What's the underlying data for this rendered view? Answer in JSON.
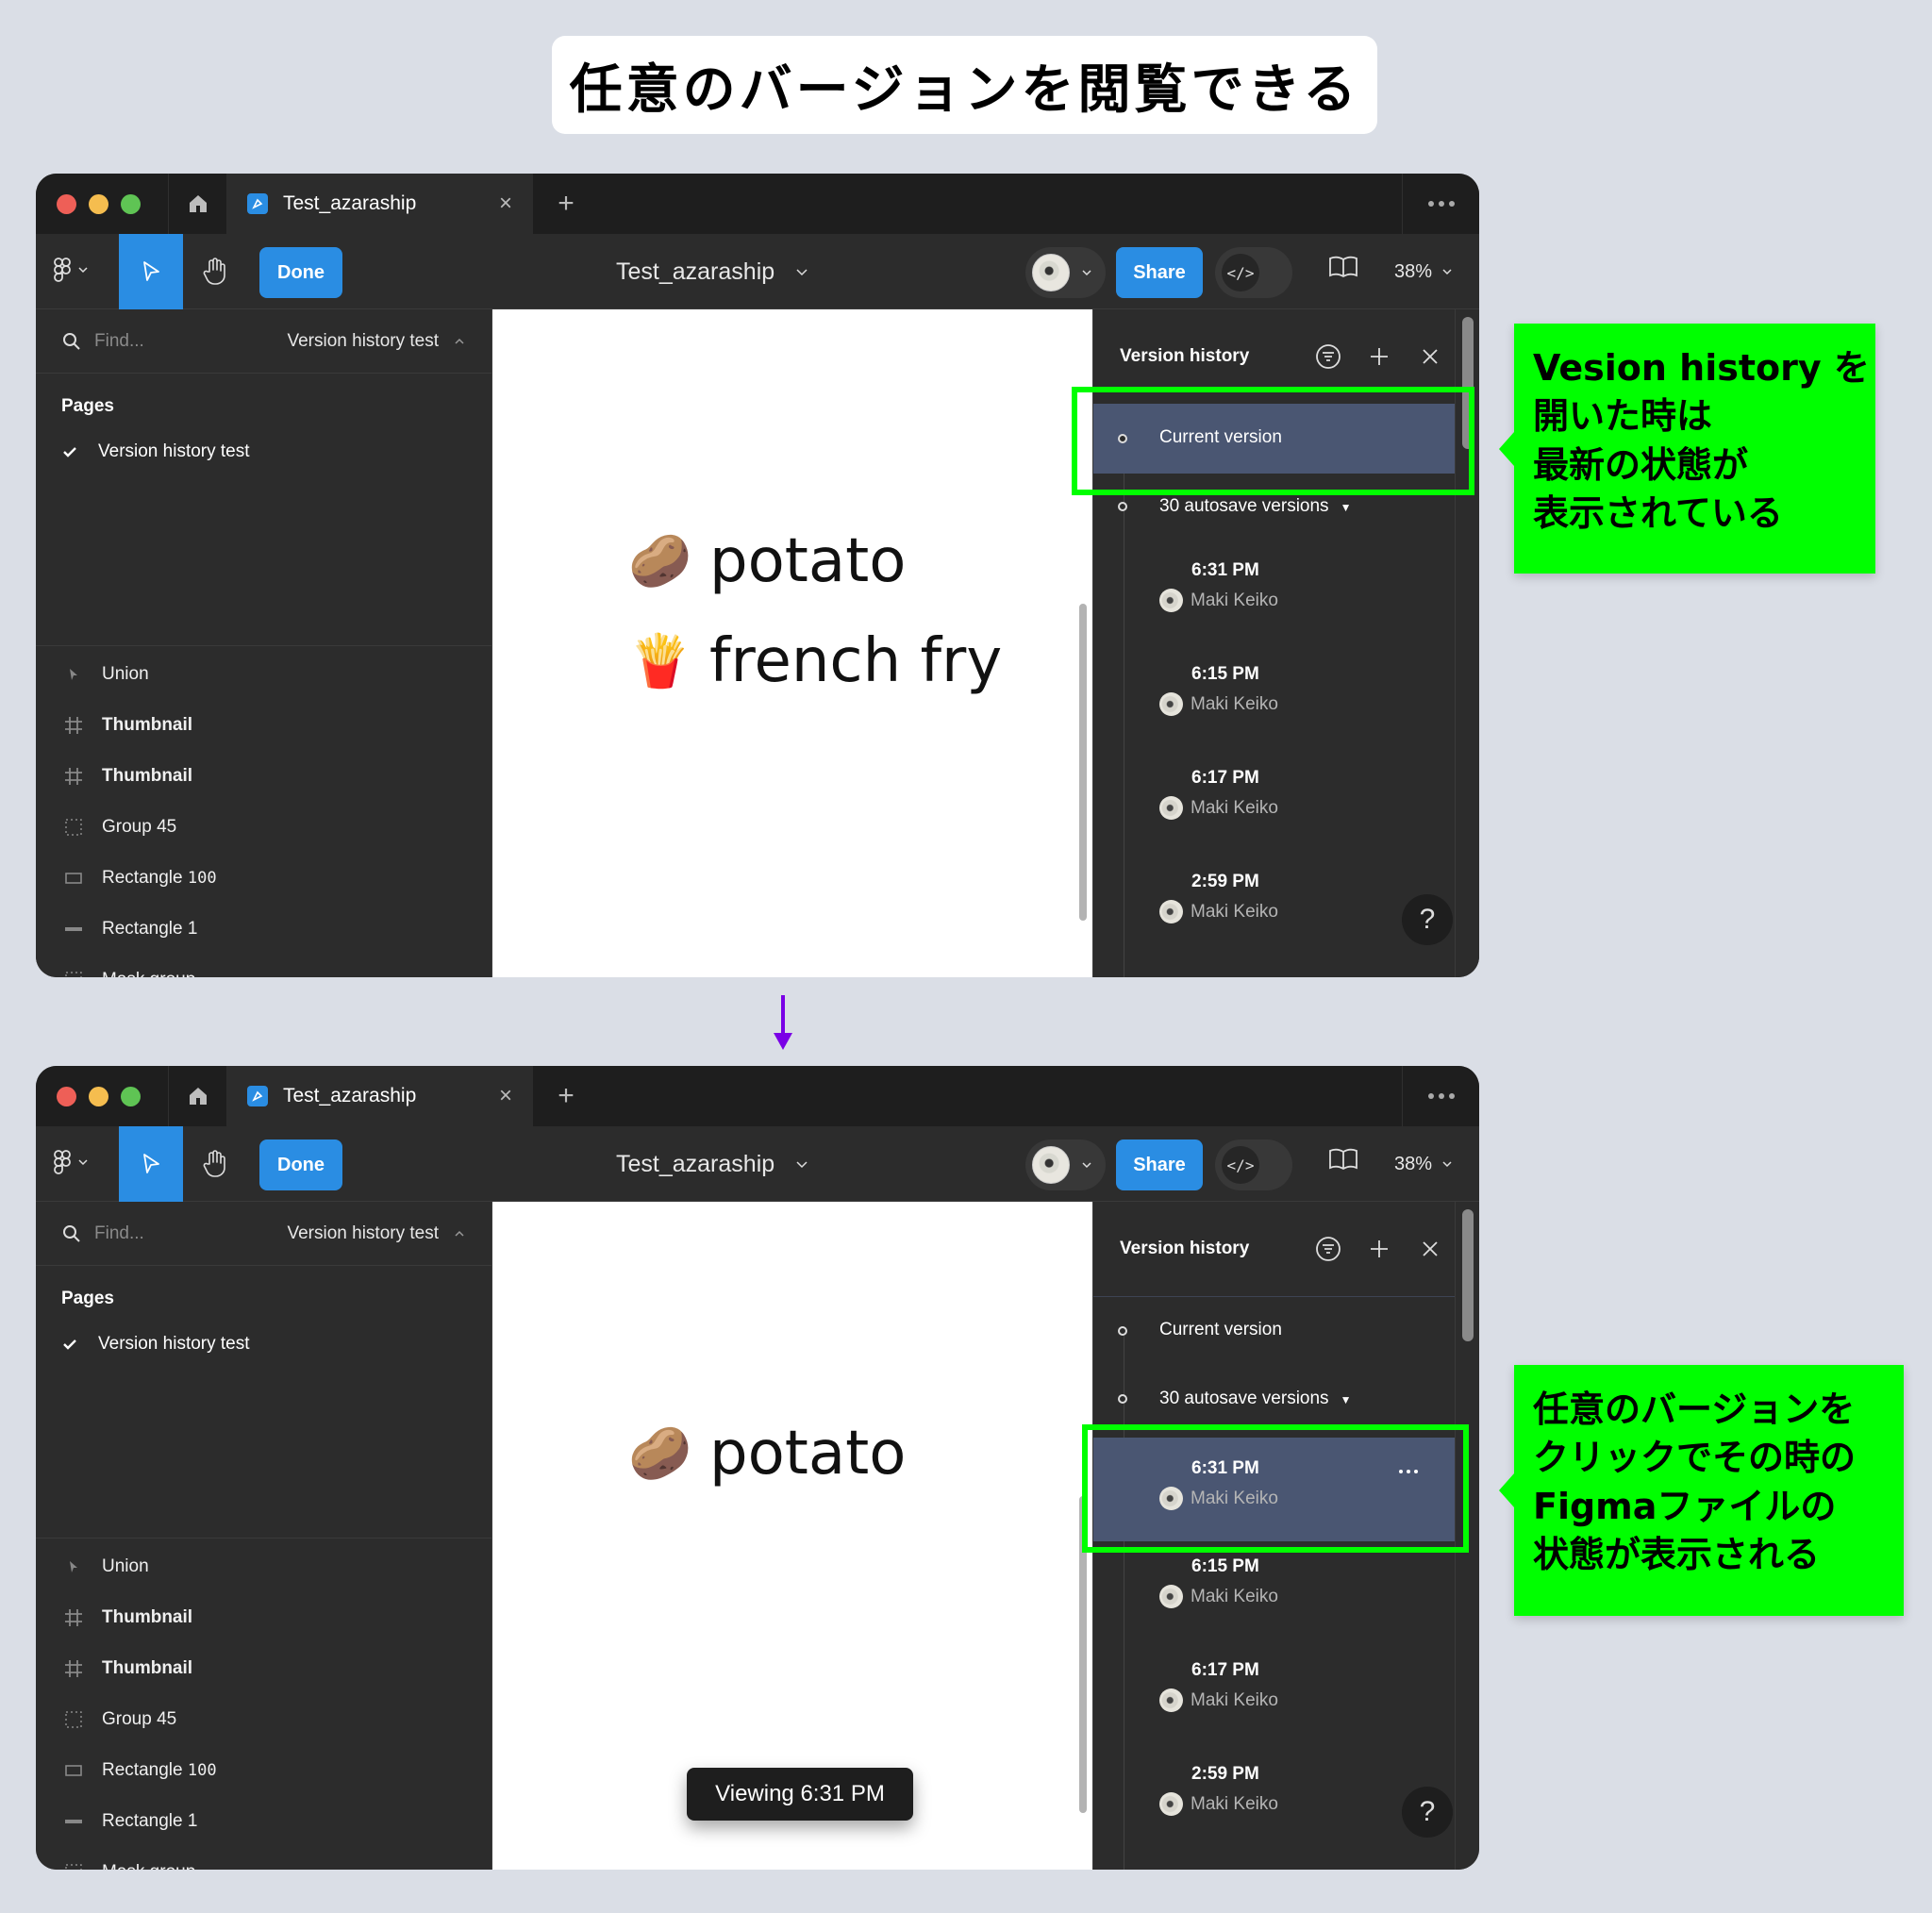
{
  "heading": "任意のバージョンを閲覧できる",
  "colors": {
    "background": "#dadee6",
    "window_bg": "#2c2c2c",
    "tabbar_bg": "#1e1e1e",
    "accent_blue": "#2a8de3",
    "selected_row": "#4a5672",
    "highlight_green": "#00ff00",
    "arrow_purple": "#7a00e6"
  },
  "windows": [
    {
      "tab": {
        "name": "Test_azaraship",
        "close": "×",
        "new_tab": "+"
      },
      "toolbar": {
        "done_label": "Done",
        "file_name": "Test_azaraship",
        "share_label": "Share",
        "dev_mode_label": "</>",
        "zoom": "38%"
      },
      "left_panel": {
        "find_placeholder": "Find...",
        "current_page": "Version history test",
        "pages_heading": "Pages",
        "pages": [
          {
            "label": "Version history test",
            "checked": true
          }
        ],
        "layers": [
          {
            "label": "Union",
            "icon": "cursor-icon",
            "bold": false
          },
          {
            "label": "Thumbnail",
            "icon": "frame-icon",
            "bold": true
          },
          {
            "label": "Thumbnail",
            "icon": "frame-icon",
            "bold": true
          },
          {
            "label": "Group 45",
            "icon": "group-icon",
            "bold": false
          },
          {
            "label_prefix": "Rectangle ",
            "label_num": "100",
            "icon": "rectangle-icon",
            "bold": false
          },
          {
            "label": "Rectangle 1",
            "icon": "line-icon",
            "bold": false
          },
          {
            "label": "Mask group",
            "icon": "group-icon",
            "bold": false
          }
        ]
      },
      "canvas": {
        "lines": [
          {
            "emoji": "🥔",
            "text": "potato"
          },
          {
            "emoji": "🍟",
            "text": "french fry"
          }
        ]
      },
      "version_history": {
        "title": "Version history",
        "current_version": "Current version",
        "autosave_group": "30 autosave versions",
        "selected": "Current version",
        "versions": [
          {
            "time": "6:31 PM",
            "author": "Maki Keiko"
          },
          {
            "time": "6:15 PM",
            "author": "Maki Keiko"
          },
          {
            "time": "6:17 PM",
            "author": "Maki Keiko"
          },
          {
            "time": "2:59 PM",
            "author": "Maki Keiko"
          }
        ],
        "help": "?"
      },
      "callout": [
        "Vesion history を",
        "開いた時は",
        "最新の状態が",
        "表示されている"
      ]
    },
    {
      "tab": {
        "name": "Test_azaraship",
        "close": "×",
        "new_tab": "+"
      },
      "toolbar": {
        "done_label": "Done",
        "file_name": "Test_azaraship",
        "share_label": "Share",
        "dev_mode_label": "</>",
        "zoom": "38%"
      },
      "left_panel": {
        "find_placeholder": "Find...",
        "current_page": "Version history test",
        "pages_heading": "Pages",
        "pages": [
          {
            "label": "Version history test",
            "checked": true
          }
        ],
        "layers": [
          {
            "label": "Union",
            "icon": "cursor-icon",
            "bold": false
          },
          {
            "label": "Thumbnail",
            "icon": "frame-icon",
            "bold": true
          },
          {
            "label": "Thumbnail",
            "icon": "frame-icon",
            "bold": true
          },
          {
            "label": "Group 45",
            "icon": "group-icon",
            "bold": false
          },
          {
            "label_prefix": "Rectangle ",
            "label_num": "100",
            "icon": "rectangle-icon",
            "bold": false
          },
          {
            "label": "Rectangle 1",
            "icon": "line-icon",
            "bold": false
          },
          {
            "label": "Mask group",
            "icon": "group-icon",
            "bold": false
          }
        ]
      },
      "canvas": {
        "lines": [
          {
            "emoji": "🥔",
            "text": "potato"
          }
        ],
        "toast": "Viewing 6:31 PM"
      },
      "version_history": {
        "title": "Version history",
        "current_version": "Current version",
        "autosave_group": "30 autosave versions",
        "selected": "6:31 PM",
        "versions": [
          {
            "time": "6:31 PM",
            "author": "Maki Keiko"
          },
          {
            "time": "6:15 PM",
            "author": "Maki Keiko"
          },
          {
            "time": "6:17 PM",
            "author": "Maki Keiko"
          },
          {
            "time": "2:59 PM",
            "author": "Maki Keiko"
          }
        ],
        "help": "?"
      },
      "callout": [
        "任意のバージョンを",
        "クリックでその時の",
        "Figmaファイルの",
        "状態が表示される"
      ]
    }
  ]
}
